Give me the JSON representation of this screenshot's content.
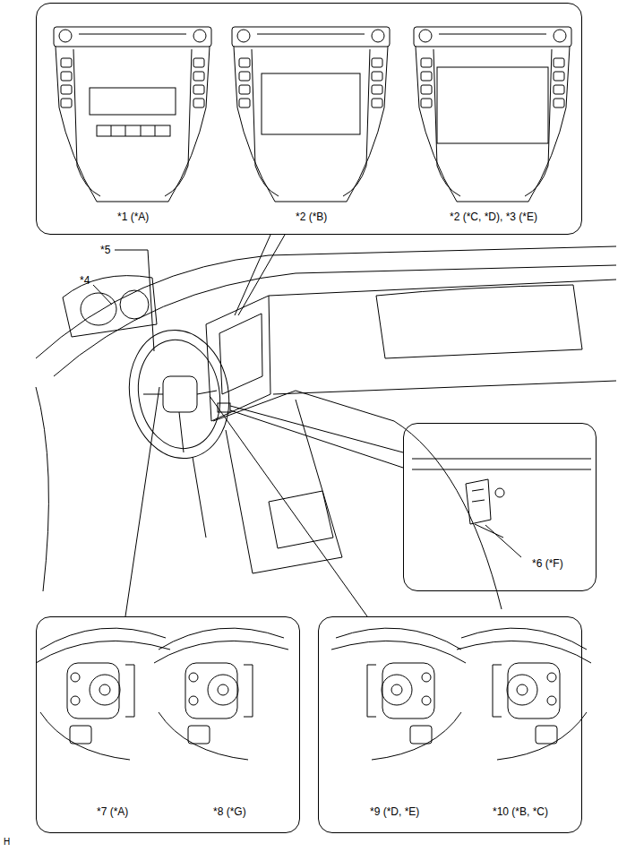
{
  "diagram": {
    "nodes": [
      {
        "text": [
          "*1 (*A)",
          "*2 (*B)",
          "*2 (*C, *D), *3 (*E)"
        ]
      },
      {
        "text": [
          "*6 (*F)"
        ]
      },
      {
        "text": [
          "*7 (*A)",
          "*8 (*G)"
        ]
      },
      {
        "text": [
          "*9 (*D, *E)",
          "*10 (*B, *C)"
        ]
      }
    ],
    "labels": [
      "*5",
      "*4",
      "H"
    ]
  }
}
